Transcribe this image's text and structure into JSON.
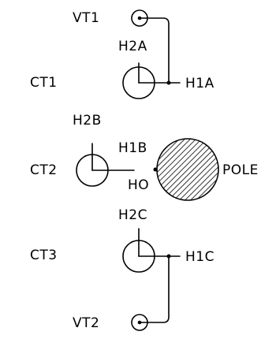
{
  "labels": {
    "vt1": "VT1",
    "h2a": "H2A",
    "ct1": "CT1",
    "h1a": "H1A",
    "h2b": "H2B",
    "h1b": "H1B",
    "ct2": "CT2",
    "ho": "HO",
    "pole": "POLE",
    "h2c": "H2C",
    "ct3": "CT3",
    "h1c": "H1C",
    "vt2": "VT2"
  }
}
